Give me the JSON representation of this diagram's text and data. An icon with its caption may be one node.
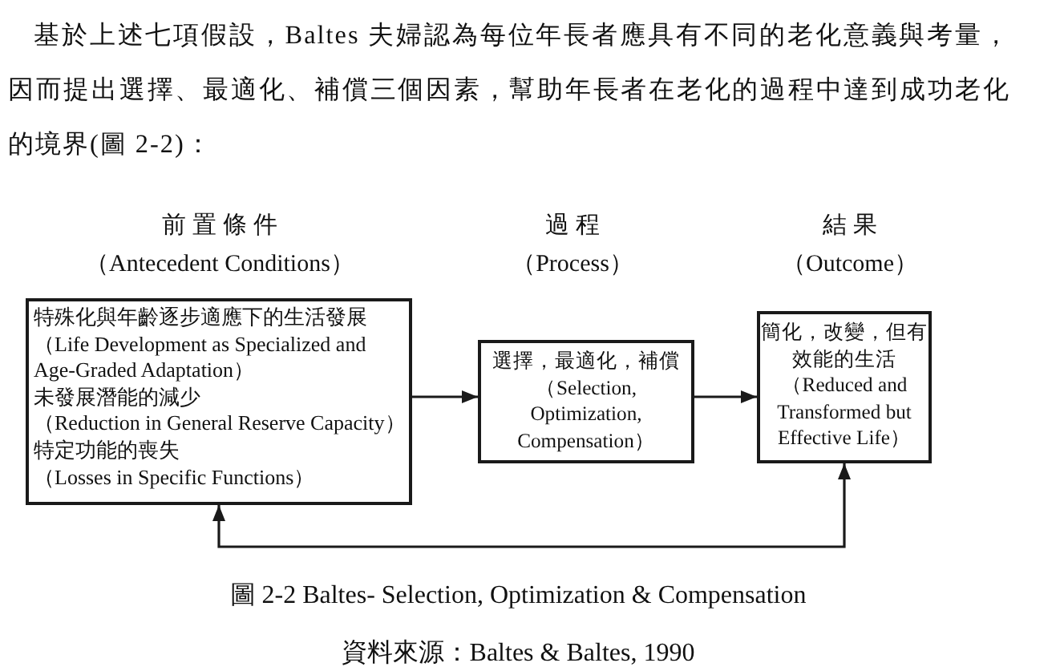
{
  "diagram": {
    "caption": "圖 2-2 Baltes- Selection, Optimization & Compensation",
    "nodes": [
      {
        "text": [
          "特殊化與年齡逐步適應下的生活發展",
          "（Life Development as Specialized and Age-Graded Adaptation）",
          "未發展潛能的減少",
          "（Reduction in General Reserve Capacity）",
          "特定功能的喪失",
          "（Losses in Specific Functions）"
        ]
      },
      {
        "text": [
          "選擇，最適化，補償",
          "（Selection, Optimization, Compensation）"
        ]
      },
      {
        "text": [
          "簡化，改變，但有效能的生活",
          "（Reduced and Transformed but Effective Life）"
        ]
      }
    ],
    "edges": [
      {
        "from": 0,
        "to": 1,
        "arrow": "to"
      },
      {
        "from": 1,
        "to": 2,
        "arrow": "to"
      },
      {
        "from": 2,
        "to": 0,
        "arrow": "both"
      }
    ],
    "labels": [
      "基於上述七項假設，Baltes 夫婦認為每位年長者應具有不同的老化意義與考量，因而提出選擇、最適化、補償三個因素，幫助年長者在老化的過程中達到成功老化的境界(圖 2-2)：",
      "前置條件",
      "過程",
      "結果",
      "（Antecedent Conditions）",
      "（Process）",
      "（Outcome）",
      "資料來源：Baltes & Baltes, 1990"
    ]
  }
}
